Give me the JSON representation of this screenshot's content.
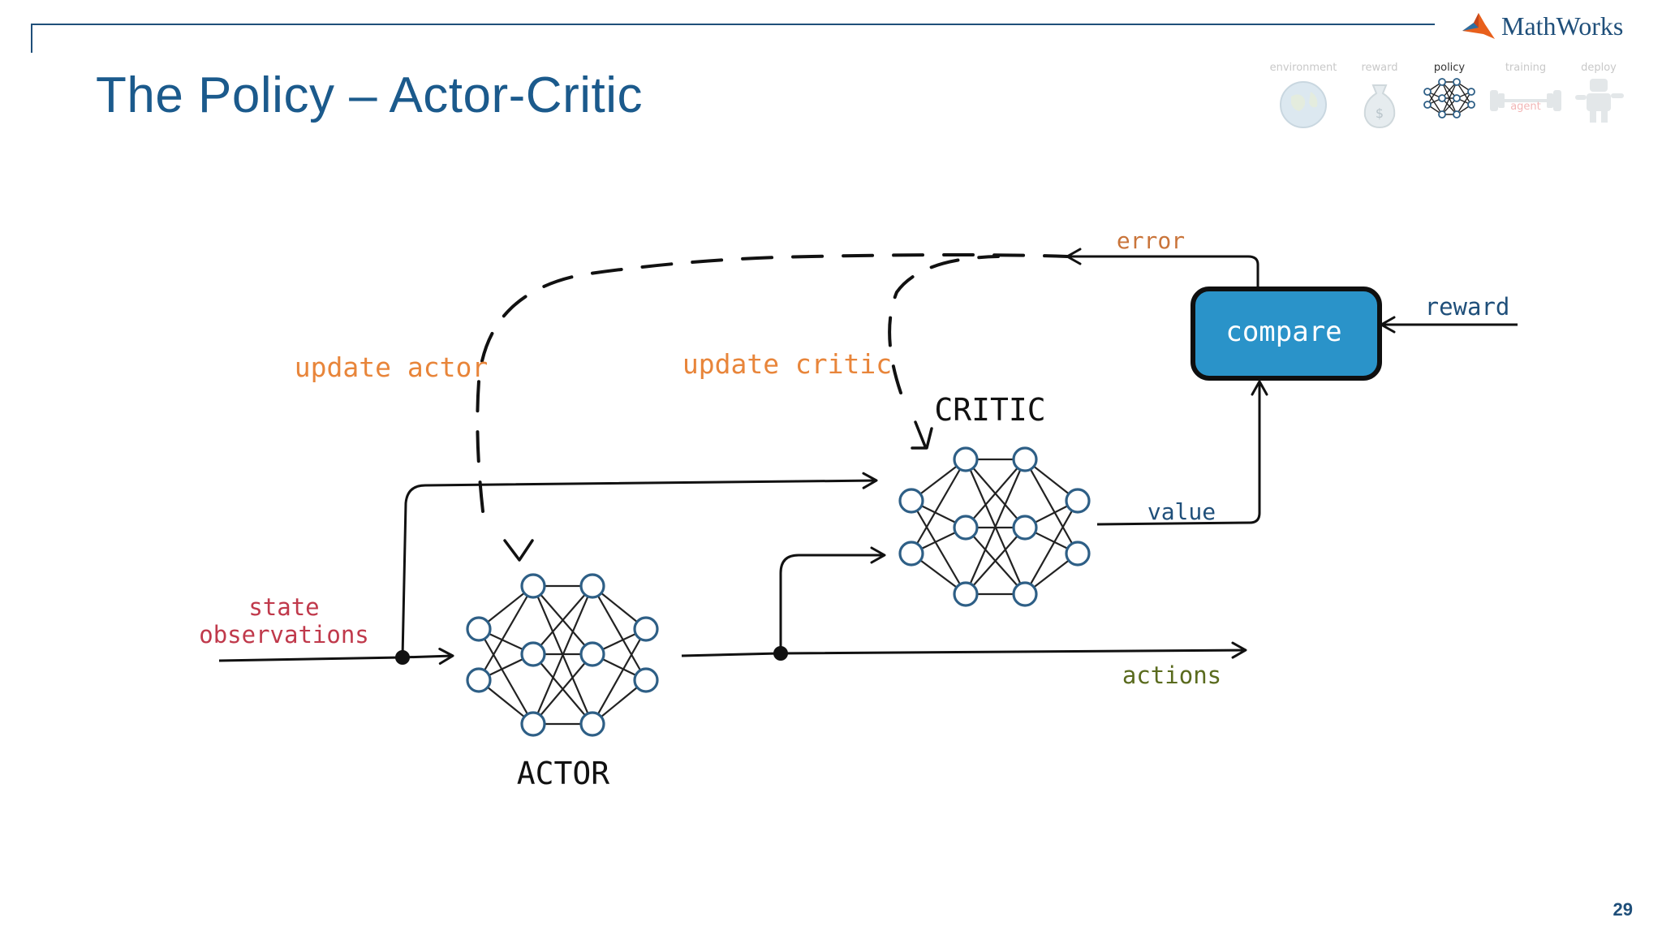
{
  "slide": {
    "title": "The Policy – Actor-Critic",
    "page_number": "29"
  },
  "brand": {
    "name": "MathWorks",
    "colors": {
      "accent": "#1b5a8c",
      "logo_orange": "#e8601c",
      "compare_fill": "#2a93c9"
    }
  },
  "nav": {
    "items": [
      {
        "label": "environment",
        "icon": "globe-icon",
        "active": false
      },
      {
        "label": "reward",
        "icon": "money-bag-icon",
        "active": false
      },
      {
        "label": "policy",
        "icon": "neural-network-icon",
        "active": true
      },
      {
        "label": "training",
        "icon": "barbell-icon",
        "active": false
      },
      {
        "label": "deploy",
        "icon": "robot-icon",
        "active": false
      }
    ],
    "training_badge": "agent"
  },
  "diagram": {
    "labels": {
      "update_actor": "update actor",
      "update_critic": "update critic",
      "critic": "CRITIC",
      "actor": "ACTOR",
      "compare": "compare",
      "error": "error",
      "reward": "reward",
      "value": "value",
      "state_line1": "state",
      "state_line2": "observations",
      "actions": "actions"
    },
    "colors": {
      "orange_label": "#e8853a",
      "state_label": "#c0394b",
      "actions_label": "#5a6b1e",
      "error_label": "#c9743a",
      "blue_label": "#1f4f7a",
      "node_stroke": "#2e5f86",
      "line": "#111111"
    }
  }
}
